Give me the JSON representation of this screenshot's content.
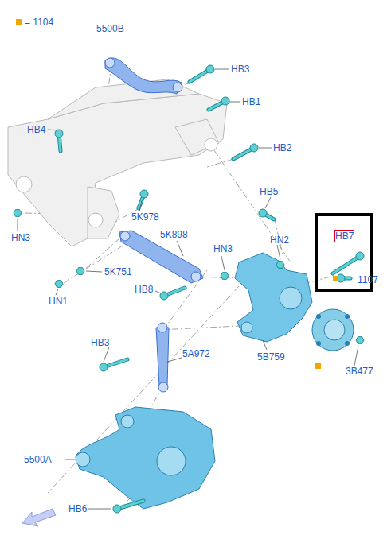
{
  "diagram": {
    "labels": [
      "5500B",
      "HB3",
      "HB1",
      "HB4",
      "HB2",
      "HB5",
      "5K978",
      "HN3",
      "HN2",
      "5K898",
      "HN3",
      "5K751",
      "HB7",
      "1107",
      "HB8",
      "HN1",
      "HB3",
      "5A972",
      "5B759",
      "3B477",
      "5500A",
      "HB6"
    ],
    "legend": [
      {
        "text": "= 1104",
        "color": "#f5a400"
      }
    ]
  }
}
